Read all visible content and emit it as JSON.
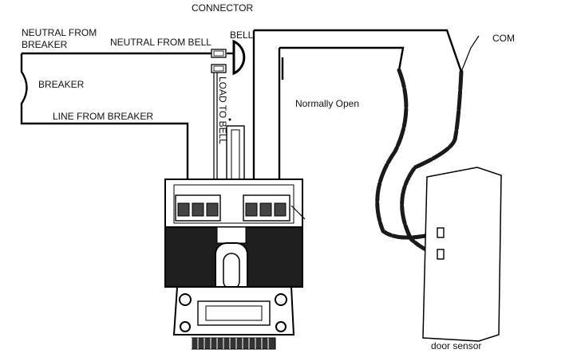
{
  "labels": {
    "connector": "CONNECTOR",
    "neutral_from_breaker_1": "NEUTRAL FROM",
    "neutral_from_breaker_2": "BREAKER",
    "neutral_from_bell": "NEUTRAL FROM BELL",
    "bell": "BELL",
    "breaker": "BREAKER",
    "line_from_breaker": "LINE FROM BREAKER",
    "load_to_bell": "LOAD TO BELL",
    "normally_open": "Normally Open",
    "com": "COM",
    "door_sensor": "door sensor"
  }
}
